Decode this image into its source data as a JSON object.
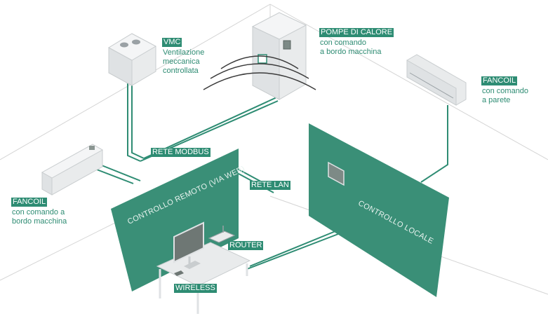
{
  "colors": {
    "accent": "#2e8c73",
    "wall": "#3a8f77",
    "line": "#2e8c73",
    "floor_line": "#d4d4d4",
    "device": "#e9ebec"
  },
  "devices": {
    "vmc": {
      "icon": "ventilation-unit-icon",
      "tag": "VMC",
      "desc": "Ventilazione\nmeccanica\ncontrollata"
    },
    "heat_pump": {
      "icon": "heat-pump-cabinet-icon",
      "tag": "POMPE DI CALORE",
      "desc": "con comando\na bordo macchina"
    },
    "fancoil_wall": {
      "icon": "wall-fancoil-icon",
      "tag": "FANCOIL",
      "desc": "con comando\na parete"
    },
    "fancoil_floor": {
      "icon": "floor-fancoil-icon",
      "tag": "FANCOIL",
      "desc": "con comando a\nbordo macchina"
    },
    "router": {
      "icon": "router-icon",
      "tag": "ROUTER"
    },
    "wireless": {
      "icon": "wireless-device-icon",
      "tag": "WIRELESS"
    },
    "computer": {
      "icon": "monitor-icon"
    }
  },
  "networks": {
    "modbus": "RETE MODBUS",
    "lan": "RETE LAN"
  },
  "walls": {
    "remote": "CONTROLLO REMOTO (VIA WEB)",
    "local": "CONTROLLO LOCALE"
  }
}
